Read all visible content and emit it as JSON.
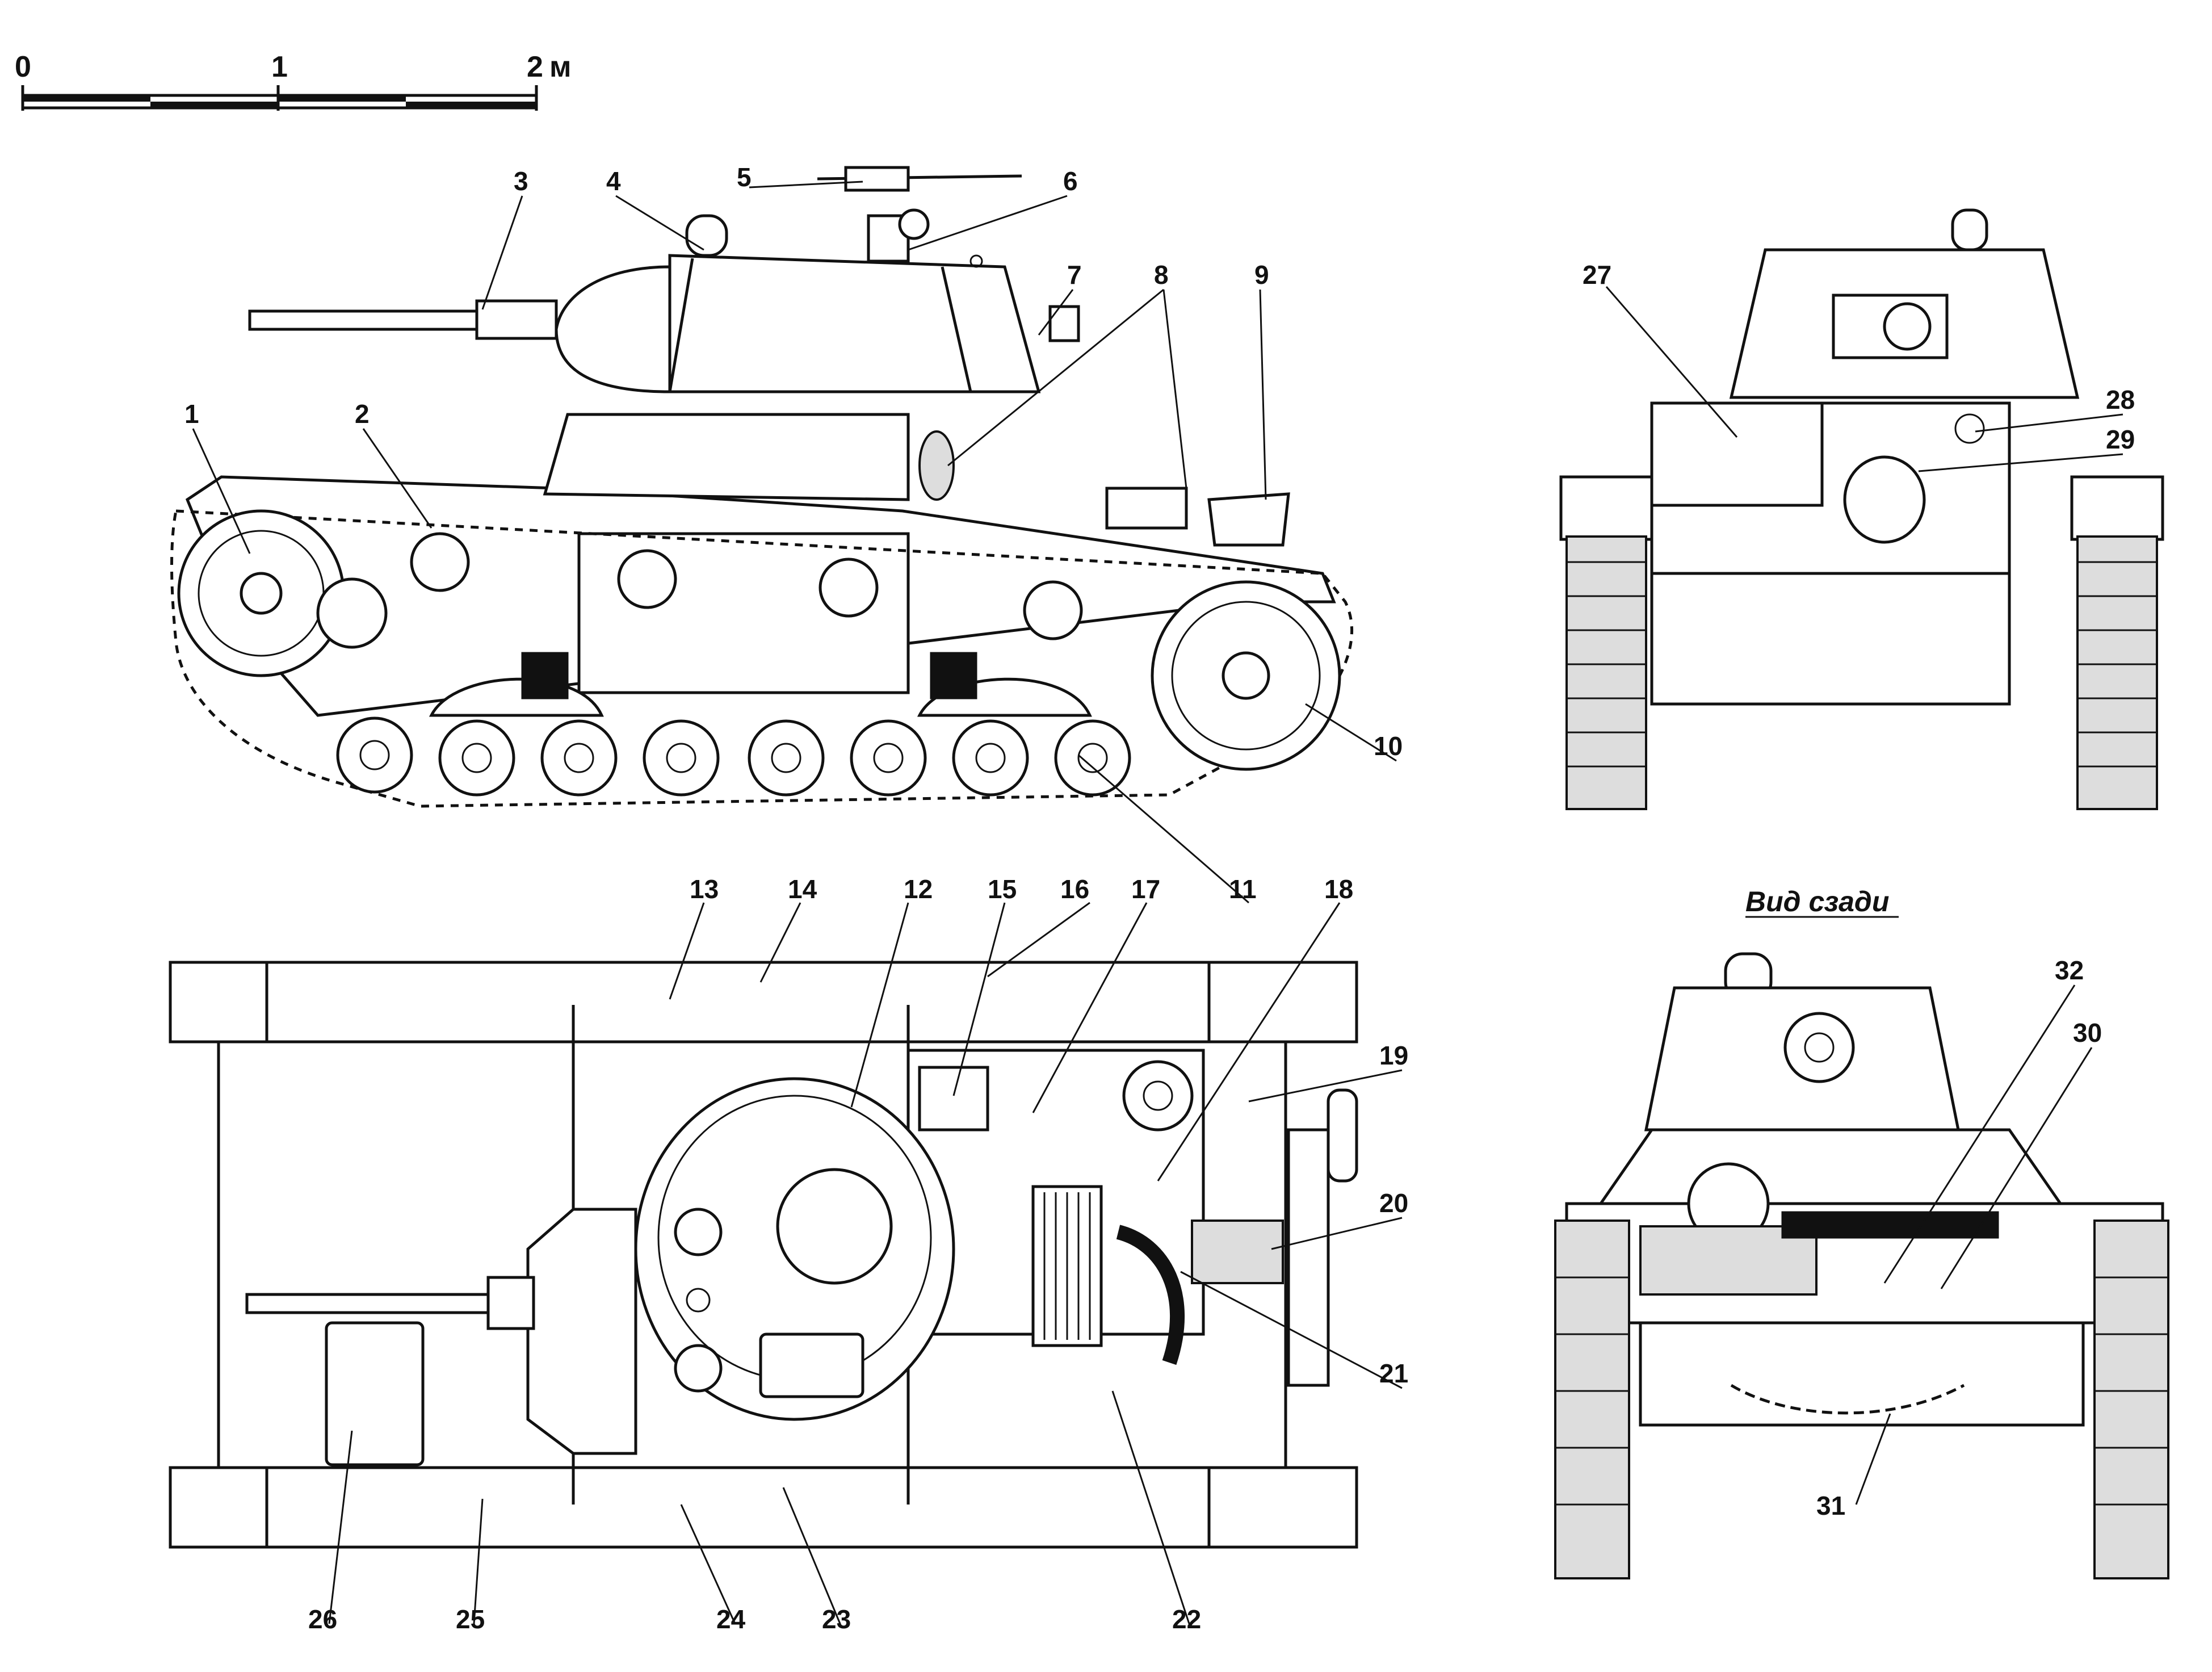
{
  "scale_bar": {
    "tick_labels": [
      "0",
      "1",
      "2"
    ],
    "unit": "м"
  },
  "rear_view": {
    "title": "Вид сзади"
  },
  "callouts": [
    {
      "id": "c1",
      "text": "1"
    },
    {
      "id": "c2",
      "text": "2"
    },
    {
      "id": "c3",
      "text": "3"
    },
    {
      "id": "c4",
      "text": "4"
    },
    {
      "id": "c5",
      "text": "5"
    },
    {
      "id": "c6",
      "text": "6"
    },
    {
      "id": "c7",
      "text": "7"
    },
    {
      "id": "c8",
      "text": "8"
    },
    {
      "id": "c9",
      "text": "9"
    },
    {
      "id": "c10",
      "text": "10"
    },
    {
      "id": "c11",
      "text": "11"
    },
    {
      "id": "c12",
      "text": "12"
    },
    {
      "id": "c13",
      "text": "13"
    },
    {
      "id": "c14",
      "text": "14"
    },
    {
      "id": "c15",
      "text": "15"
    },
    {
      "id": "c16",
      "text": "16"
    },
    {
      "id": "c17",
      "text": "17"
    },
    {
      "id": "c18",
      "text": "18"
    },
    {
      "id": "c19",
      "text": "19"
    },
    {
      "id": "c20",
      "text": "20"
    },
    {
      "id": "c21",
      "text": "21"
    },
    {
      "id": "c22",
      "text": "22"
    },
    {
      "id": "c23",
      "text": "23"
    },
    {
      "id": "c24",
      "text": "24"
    },
    {
      "id": "c25",
      "text": "25"
    },
    {
      "id": "c26",
      "text": "26"
    },
    {
      "id": "c27",
      "text": "27"
    },
    {
      "id": "c28",
      "text": "28"
    },
    {
      "id": "c29",
      "text": "29"
    },
    {
      "id": "c30",
      "text": "30"
    },
    {
      "id": "c31",
      "text": "31"
    },
    {
      "id": "c32",
      "text": "32"
    }
  ],
  "colors": {
    "ink": "#111111",
    "paper": "#ffffff",
    "shade": "#dddddd"
  }
}
